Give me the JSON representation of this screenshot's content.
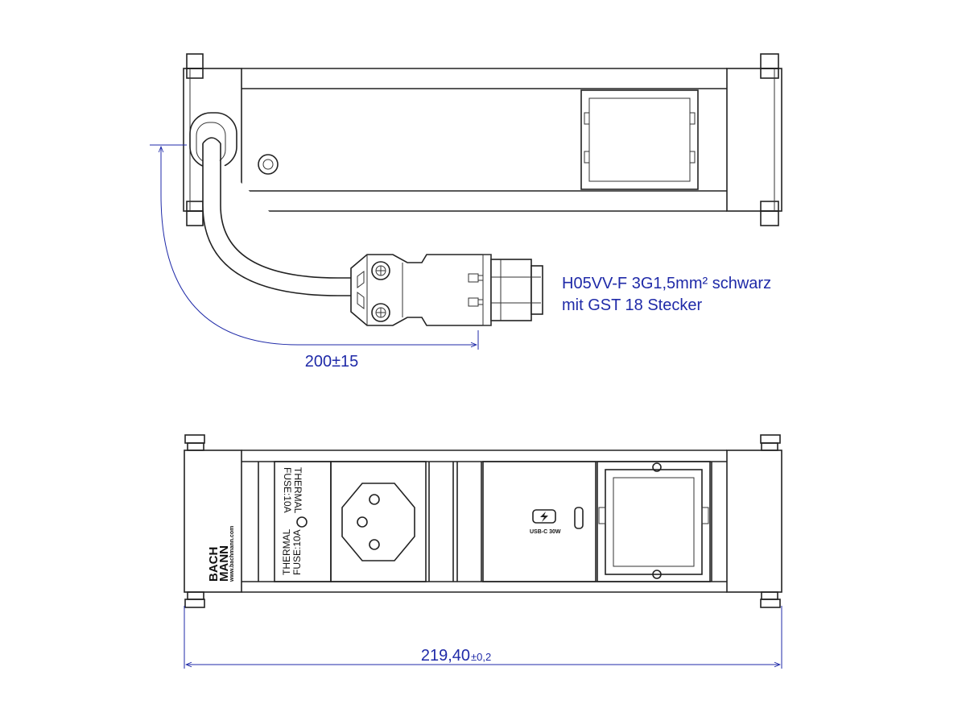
{
  "top_view": {
    "cable_length_dimension": "200±15",
    "cable_spec_line1": "H05VV-F 3G1,5mm² schwarz",
    "cable_spec_line2": "mit GST 18 Stecker"
  },
  "front_view": {
    "total_width_value": "219,40",
    "total_width_tolerance": "±0,2",
    "fuse_label_upper_1": "THERMAL",
    "fuse_label_upper_2": "FUSE:10A",
    "fuse_label_lower_1": "THERMAL",
    "fuse_label_lower_2": "FUSE:10A",
    "usb_label": "USB-C 30W",
    "logo_line1": "BACH",
    "logo_line2": "MANN",
    "logo_url": "www.bachmann.com"
  },
  "colors": {
    "dimension": "#1f2aa8",
    "outline": "#222222"
  }
}
